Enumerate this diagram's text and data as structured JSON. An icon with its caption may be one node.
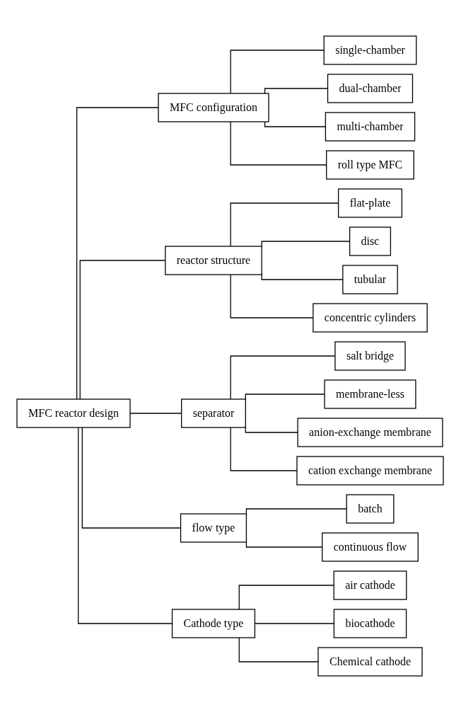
{
  "diagram": {
    "nodes": [
      {
        "text": [
          "MFC reactor design"
        ]
      },
      {
        "text": [
          "MFC configuration"
        ]
      },
      {
        "text": [
          "single-chamber"
        ]
      },
      {
        "text": [
          "dual-chamber"
        ]
      },
      {
        "text": [
          "multi-chamber"
        ]
      },
      {
        "text": [
          "roll type MFC"
        ]
      },
      {
        "text": [
          "reactor structure"
        ]
      },
      {
        "text": [
          "flat-plate"
        ]
      },
      {
        "text": [
          "disc"
        ]
      },
      {
        "text": [
          "tubular"
        ]
      },
      {
        "text": [
          "concentric cylinders"
        ]
      },
      {
        "text": [
          "separator"
        ]
      },
      {
        "text": [
          "salt bridge"
        ]
      },
      {
        "text": [
          "membrane-less"
        ]
      },
      {
        "text": [
          "anion-exchange membrane"
        ]
      },
      {
        "text": [
          "cation exchange membrane"
        ]
      },
      {
        "text": [
          "flow type"
        ]
      },
      {
        "text": [
          "batch"
        ]
      },
      {
        "text": [
          "continuous flow"
        ]
      },
      {
        "text": [
          "Cathode type"
        ]
      },
      {
        "text": [
          "air cathode"
        ]
      },
      {
        "text": [
          "biocathode"
        ]
      },
      {
        "text": [
          "Chemical cathode"
        ]
      }
    ],
    "edges": [
      {
        "from": 0,
        "to": 1,
        "arrow": "none"
      },
      {
        "from": 1,
        "to": 2,
        "arrow": "none"
      },
      {
        "from": 1,
        "to": 3,
        "arrow": "none"
      },
      {
        "from": 1,
        "to": 4,
        "arrow": "none"
      },
      {
        "from": 1,
        "to": 5,
        "arrow": "none"
      },
      {
        "from": 0,
        "to": 6,
        "arrow": "none"
      },
      {
        "from": 6,
        "to": 7,
        "arrow": "none"
      },
      {
        "from": 6,
        "to": 8,
        "arrow": "none"
      },
      {
        "from": 6,
        "to": 9,
        "arrow": "none"
      },
      {
        "from": 6,
        "to": 10,
        "arrow": "none"
      },
      {
        "from": 0,
        "to": 11,
        "arrow": "none"
      },
      {
        "from": 11,
        "to": 12,
        "arrow": "none"
      },
      {
        "from": 11,
        "to": 13,
        "arrow": "none"
      },
      {
        "from": 11,
        "to": 14,
        "arrow": "none"
      },
      {
        "from": 11,
        "to": 15,
        "arrow": "none"
      },
      {
        "from": 0,
        "to": 16,
        "arrow": "none"
      },
      {
        "from": 16,
        "to": 17,
        "arrow": "none"
      },
      {
        "from": 16,
        "to": 18,
        "arrow": "none"
      },
      {
        "from": 0,
        "to": 19,
        "arrow": "none"
      },
      {
        "from": 19,
        "to": 20,
        "arrow": "none"
      },
      {
        "from": 19,
        "to": 21,
        "arrow": "none"
      },
      {
        "from": 19,
        "to": 22,
        "arrow": "none"
      }
    ]
  }
}
